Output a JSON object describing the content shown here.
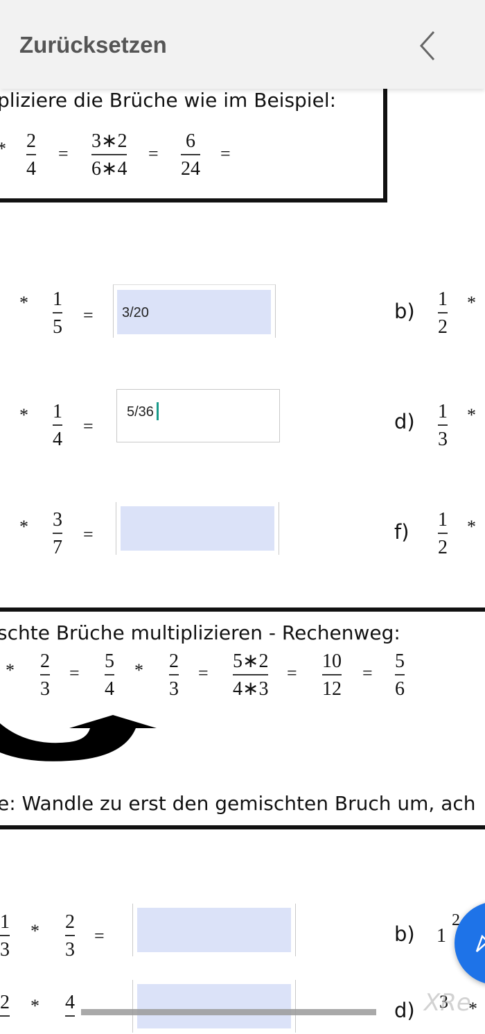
{
  "header": {
    "title": "Zurücksetzen",
    "back_icon": "chevron-left-icon"
  },
  "example1": {
    "instruction": "pliziere die Brüche wie im Beispiel:",
    "times": "*",
    "equals": "=",
    "f1": {
      "num": "2",
      "den": "4"
    },
    "f2": {
      "num": "3∗2",
      "den": "6∗4"
    },
    "f3": {
      "num": "6",
      "den": "24"
    }
  },
  "tasks1": [
    {
      "label": "",
      "second": {
        "num": "1",
        "den": "5"
      },
      "answer": "3/20",
      "state": "filled"
    },
    {
      "label": "b)",
      "first": {
        "num": "1",
        "den": "2"
      }
    },
    {
      "label": "",
      "second": {
        "num": "1",
        "den": "4"
      },
      "answer": "5/36",
      "state": "editing"
    },
    {
      "label": "d)",
      "first": {
        "num": "1",
        "den": "3"
      }
    },
    {
      "label": "",
      "second": {
        "num": "3",
        "den": "7"
      },
      "answer": "",
      "state": "empty"
    },
    {
      "label": "f)",
      "first": {
        "num": "1",
        "den": "2"
      }
    }
  ],
  "example2": {
    "title": "schte Brüche multiplizieren - Rechenweg:",
    "steps": [
      {
        "num": "2",
        "den": "3"
      },
      {
        "num": "5",
        "den": "4"
      },
      {
        "num": "2",
        "den": "3"
      },
      {
        "num": "5∗2",
        "den": "4∗3"
      },
      {
        "num": "10",
        "den": "12"
      },
      {
        "num": "5",
        "den": "6"
      }
    ],
    "arrow_icon": "curved-arrow-icon",
    "note": "e: Wandle zu erst den gemischten Bruch um, ach"
  },
  "tasks2": [
    {
      "label": "",
      "first": {
        "num": "1",
        "den": "3"
      },
      "second": {
        "num": "2",
        "den": "3"
      },
      "answer": ""
    },
    {
      "label": "b)",
      "whole": "1",
      "first": {
        "num": "2",
        "den": ""
      }
    },
    {
      "label": "",
      "first": {
        "num": "2",
        "den": ""
      },
      "second": {
        "num": "4",
        "den": ""
      },
      "answer": ""
    },
    {
      "label": "d)",
      "first": {
        "num": "3",
        "den": ""
      }
    }
  ],
  "fab": {
    "icon": "pencil-icon"
  },
  "watermark": "XRe"
}
